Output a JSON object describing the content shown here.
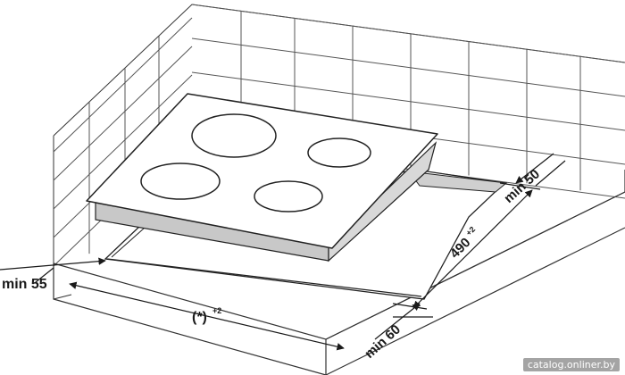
{
  "dimensions": {
    "min_50": "min 50",
    "min_55": "min 55",
    "min_60": "min 60",
    "depth_value": "490",
    "depth_tolerance": "+2",
    "width_value": "(*)",
    "width_tolerance": "+2"
  },
  "watermark": "catalog.onliner.by"
}
